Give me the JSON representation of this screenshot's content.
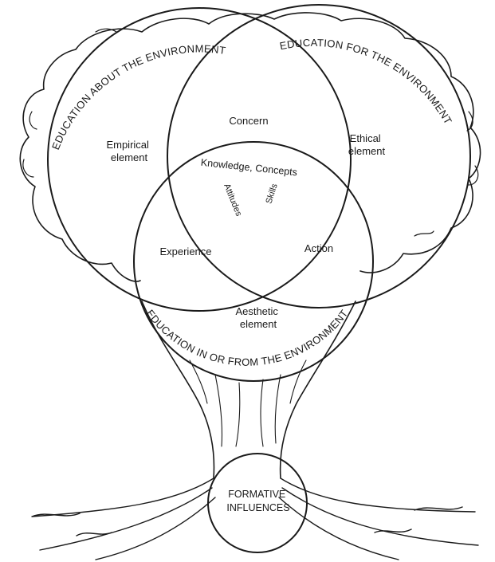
{
  "circles": {
    "about": "EDUCATION ABOUT THE ENVIRONMENT",
    "for": "EDUCATION FOR THE ENVIRONMENT",
    "in_from": "EDUCATION IN OR FROM THE ENVIRONMENT"
  },
  "elements": {
    "empirical": [
      "Empirical",
      "element"
    ],
    "ethical": [
      "Ethical",
      "element"
    ],
    "aesthetic": [
      "Aesthetic",
      "element"
    ]
  },
  "overlaps": {
    "concern": "Concern",
    "experience": "Experience",
    "action": "Action",
    "knowledge": "Knowledge, Concepts",
    "attitudes": "Attitudes",
    "skills": "Skills"
  },
  "roots": {
    "formative": [
      "FORMATIVE",
      "INFLUENCES"
    ]
  }
}
